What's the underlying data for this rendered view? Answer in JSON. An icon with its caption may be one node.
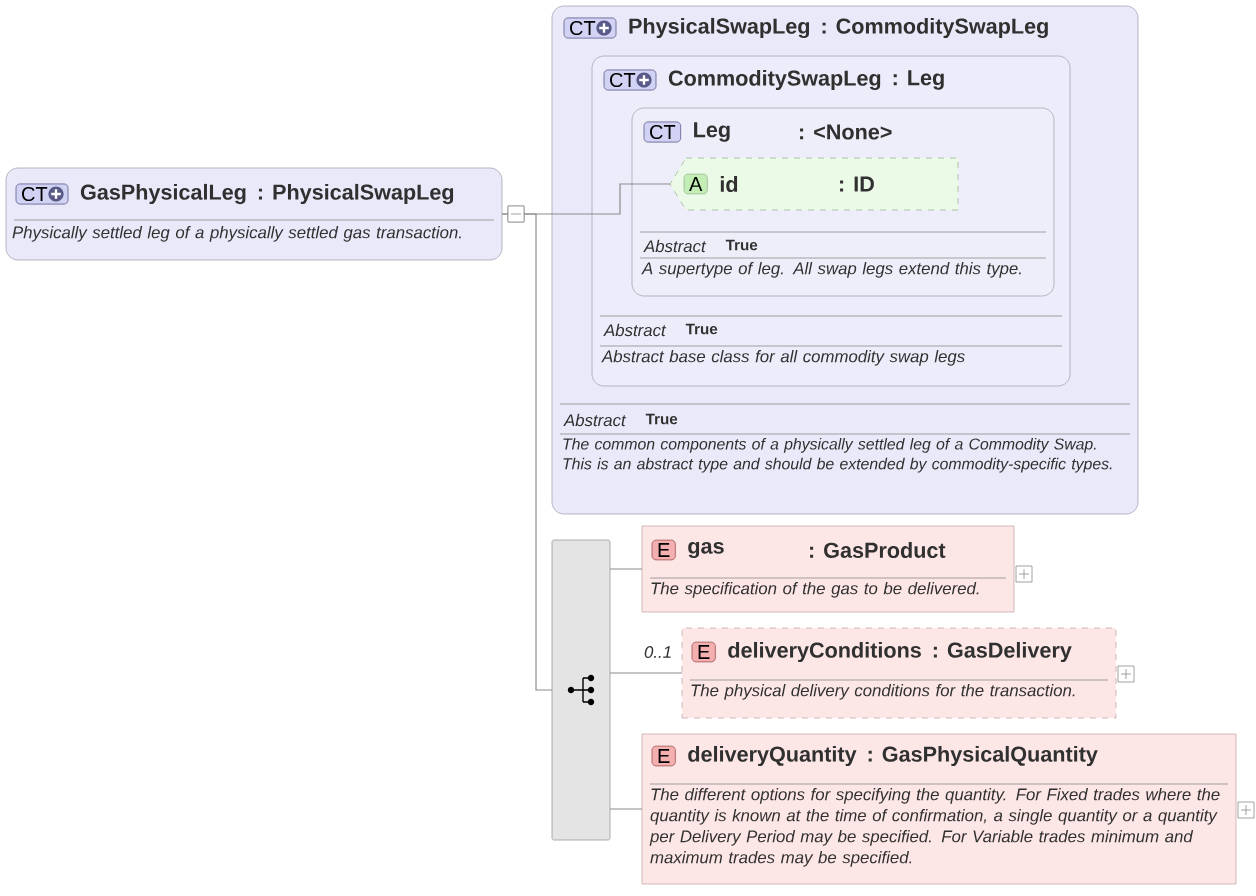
{
  "diagram": {
    "nodes": [
      {
        "text": [
          "CT",
          "GasPhysicalLeg",
          ": PhysicalSwapLeg",
          "Physically settled leg of a physically settled gas transaction."
        ]
      },
      {
        "text": [
          "CT",
          "PhysicalSwapLeg",
          ": CommoditySwapLeg",
          "Abstract",
          "True",
          "The common components of a physically settled leg of a Commodity Swap. This is an abstract type and should be extended by commodity-specific types."
        ]
      },
      {
        "text": [
          "CT",
          "CommoditySwapLeg",
          ": Leg",
          "Abstract",
          "True",
          "Abstract base class for all commodity swap legs"
        ],
        "in": 1
      },
      {
        "text": [
          "CT",
          "Leg",
          ": <None>",
          "Abstract",
          "True",
          "A supertype of leg. All swap legs extend this type."
        ],
        "in": 2
      },
      {
        "text": [
          "A",
          "id",
          ": ID"
        ],
        "in": 3
      },
      {
        "text": [],
        "shape": "bar"
      },
      {
        "text": [
          "E",
          "gas",
          ": GasProduct",
          "The specification of the gas to be delivered."
        ]
      },
      {
        "text": [
          "E",
          "deliveryConditions",
          ": GasDelivery",
          "The physical delivery conditions for the transaction."
        ],
        "beside": [
          "0..1"
        ]
      },
      {
        "text": [
          "E",
          "deliveryQuantity",
          ": GasPhysicalQuantity",
          "The different options for specifying the quantity. For Fixed trades where the quantity is known at the time of confirmation, a single quantity or a quantity per Delivery Period may be specified. For Variable trades minimum and maximum trades may be specified."
        ]
      }
    ],
    "edges": [
      {
        "from": 0,
        "to": 1,
        "arrow": "other"
      },
      {
        "from": 0,
        "to": 5,
        "arrow": "other"
      },
      {
        "from": 1,
        "to": 4,
        "arrow": "none"
      },
      {
        "from": 5,
        "to": 6,
        "arrow": "none"
      },
      {
        "from": 5,
        "to": 7,
        "arrow": "none"
      },
      {
        "from": 5,
        "to": 8,
        "arrow": "none"
      }
    ]
  }
}
